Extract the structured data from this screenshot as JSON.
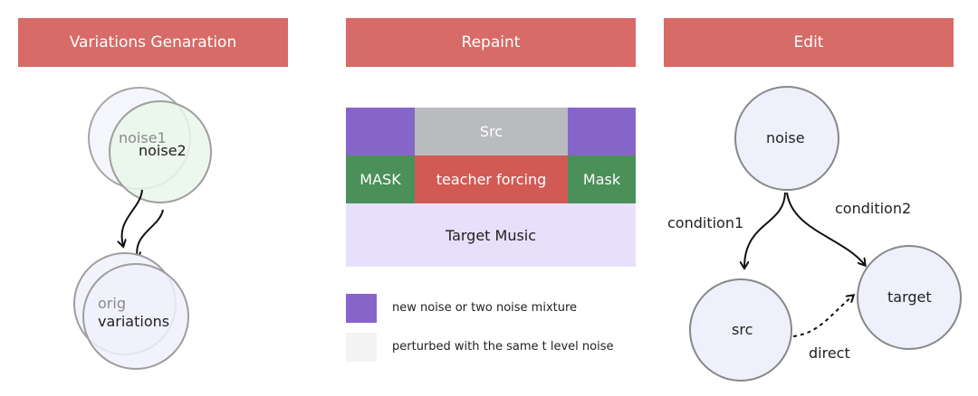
{
  "headers": {
    "variations": "Variations Genaration",
    "repaint": "Repaint",
    "edit": "Edit"
  },
  "variations": {
    "circle_back_top": "noise1",
    "circle_front_top": "noise2",
    "circle_back_bottom": "orig",
    "circle_front_bottom": "variations"
  },
  "repaint": {
    "src": "Src",
    "mask_left": "MASK",
    "teacher_forcing": "teacher forcing",
    "mask_right": "Mask",
    "target_music": "Target Music",
    "legend": [
      {
        "label": "new noise or two noise mixture",
        "color": "#8665c9"
      },
      {
        "label": "perturbed with the same t level noise",
        "color": "#f3f3f3"
      }
    ]
  },
  "edit": {
    "noise": "noise",
    "src": "src",
    "target": "target",
    "condition1": "condition1",
    "condition2": "condition2",
    "direct": "direct"
  },
  "colors": {
    "header": "#d66b67",
    "purple": "#8665c9",
    "gray_block": "#b9bbbe",
    "green": "#4b8f59",
    "red": "#d15a55",
    "lavender": "#e8e0fb",
    "circle_fill": "#eef0fb",
    "circle_green": "#e9f6ea"
  }
}
